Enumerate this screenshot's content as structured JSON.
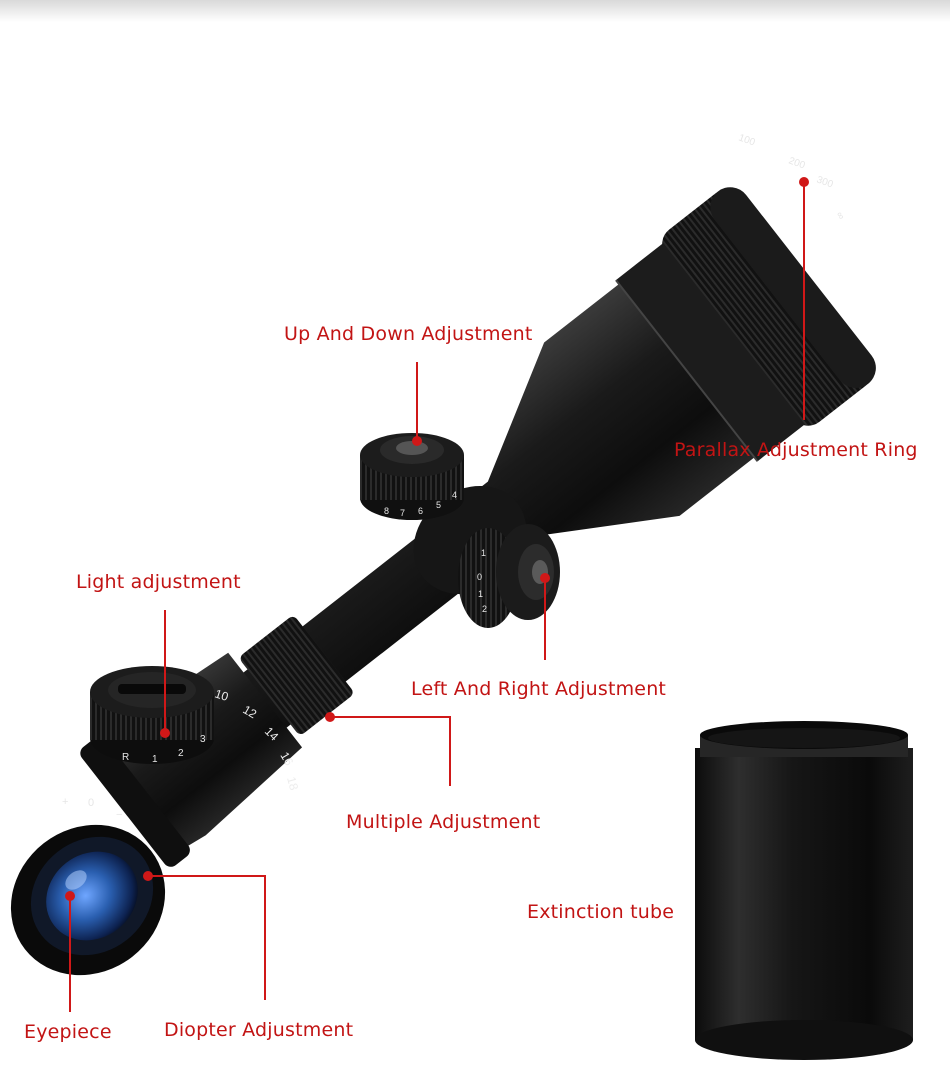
{
  "colors": {
    "callout": "#d01818",
    "label": "#c21414",
    "scope_body": "#151515",
    "lens": "#2a5fb0"
  },
  "callouts": {
    "up_down": "Up And Down Adjustment",
    "parallax": "Parallax Adjustment Ring",
    "light": "Light adjustment",
    "left_right": "Left And Right Adjustment",
    "multiple": "Multiple Adjustment",
    "extinction": "Extinction tube",
    "eyepiece": "Eyepiece",
    "diopter": "Diopter Adjustment"
  },
  "markings": {
    "parallax": [
      "100",
      "200",
      "300",
      "∞"
    ],
    "elevation": [
      "8",
      "7",
      "6",
      "5",
      "4"
    ],
    "windage": [
      "1",
      "0",
      "1",
      "2"
    ],
    "magnification": [
      "10",
      "12",
      "14",
      "16",
      "18"
    ],
    "illumination": [
      "R",
      "1",
      "2",
      "3"
    ],
    "diopter": [
      "+",
      "0",
      "−"
    ]
  }
}
